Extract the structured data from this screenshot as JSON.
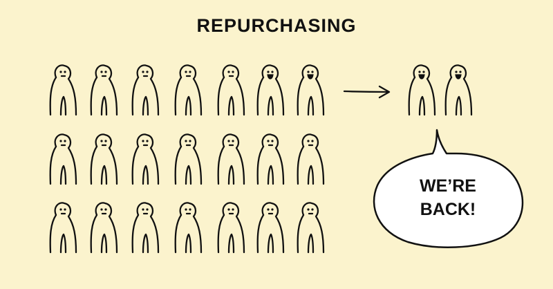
{
  "title": "REPURCHASING",
  "bubble": {
    "line1": "WE’RE",
    "line2": "BACK!"
  },
  "figures": {
    "group_count": 21,
    "group_rows": 3,
    "group_columns": 7,
    "happy_in_group": 2,
    "returning_count": 2
  },
  "icons": {
    "arrow": "arrow-right-icon",
    "figure": "person-figure-icon"
  },
  "colors": {
    "background": "#fbf3cd",
    "ink": "#111111",
    "bubble_fill": "#ffffff"
  }
}
